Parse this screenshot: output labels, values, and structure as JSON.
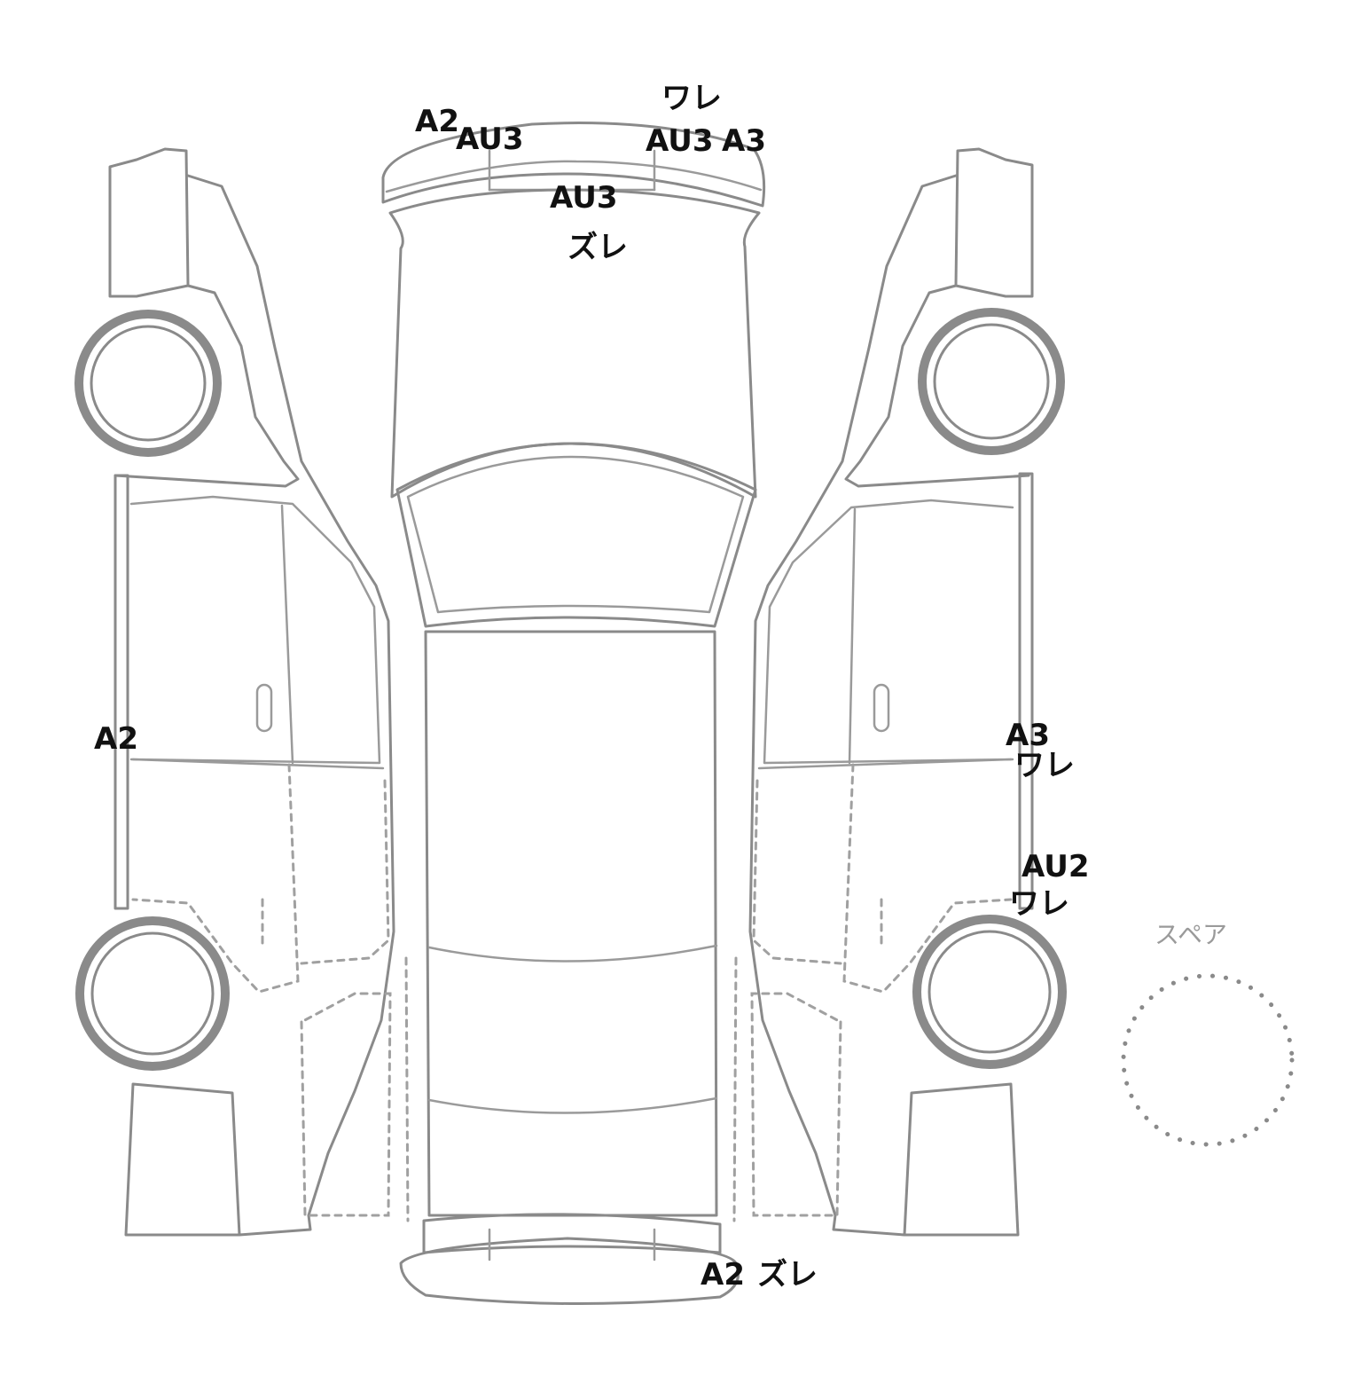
{
  "damage_marks": [
    {
      "id": "front-top-crack",
      "text": "ワレ"
    },
    {
      "id": "front-left-a2",
      "text": "A2"
    },
    {
      "id": "front-left-au3",
      "text": "AU3"
    },
    {
      "id": "front-right-au3",
      "text": "AU3"
    },
    {
      "id": "front-right-a3",
      "text": "A3"
    },
    {
      "id": "hood-au3",
      "text": "AU3"
    },
    {
      "id": "hood-shift",
      "text": "ズレ"
    },
    {
      "id": "left-side-a2",
      "text": "A2"
    },
    {
      "id": "right-side-a3",
      "text": "A3"
    },
    {
      "id": "right-side-crack",
      "text": "ワレ"
    },
    {
      "id": "right-rear-au2",
      "text": "AU2"
    },
    {
      "id": "right-rear-crack",
      "text": "ワレ"
    },
    {
      "id": "rear-a2",
      "text": "A2"
    },
    {
      "id": "rear-shift",
      "text": "ズレ"
    }
  ],
  "spare": {
    "label": "スペア"
  }
}
